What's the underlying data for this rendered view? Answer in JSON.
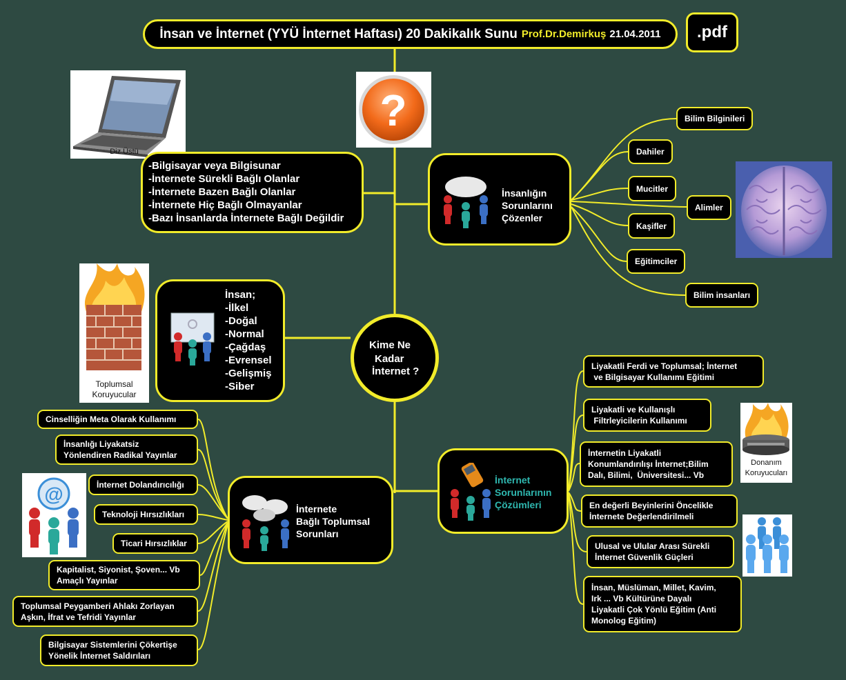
{
  "title": {
    "main": "İnsan ve İnternet  (YYÜ İnternet Haftası) 20 Dakikalık Sunu",
    "author": "Prof.Dr.Demirkuş",
    "date": "21.04.2011",
    "pdf": ".pdf"
  },
  "center": {
    "line1": "Kime Ne",
    "line2": "Kadar",
    "line3": "İnternet ?"
  },
  "laptop_caption": "Diz Üstü",
  "firewall_caption": {
    "line1": "Toplumsal",
    "line2": "Koruyucular"
  },
  "donanim_caption": {
    "line1": "Donanım",
    "line2": "Koruyucuları"
  },
  "connection_list": [
    "-Bilgisayar veya Bilgisunar",
    "-İnternete Sürekli Bağlı Olanlar",
    "-İnternete Bazen Bağlı Olanlar",
    "-İnternete Hiç Bağlı Olmayanlar",
    "-Bazı İnsanlarda İnternete Bağlı Değildir"
  ],
  "insan_list": [
    "İnsan;",
    "-İlkel",
    "-Doğal",
    "-Normal",
    "-Çağdaş",
    "-Evrensel",
    "-Gelişmiş",
    "-Siber"
  ],
  "cozen_node": {
    "line1": "İnsanlığın",
    "line2": "Sorunlarını",
    "line3": "Çözenler"
  },
  "cozen_items": [
    "Bilim Bilginileri",
    "Dahiler",
    "Mucitler",
    "Alimler",
    "Kaşifler",
    "Eğitimciler",
    "Bilim insanları"
  ],
  "sorun_node": {
    "line1": "İnternete",
    "line2": "Bağlı Toplumsal",
    "line3": "Sorunları"
  },
  "sorun_items": [
    [
      "Cinselliğin Meta Olarak Kullanımı"
    ],
    [
      "İnsanlığı Liyakatsiz",
      "Yönlendiren Radikal Yayınlar"
    ],
    [
      "İnternet Dolandırıcılığı"
    ],
    [
      "Teknoloji Hırsızlıkları"
    ],
    [
      "Ticari Hırsızlıklar"
    ],
    [
      "Kapitalist, Siyonist, Şoven... Vb",
      "Amaçlı Yayınlar"
    ],
    [
      "Toplumsal Peygamberi Ahlakı Zorlayan",
      "Aşkın, İfrat ve Tefridi Yayınlar"
    ],
    [
      "Bilgisayar Sistemlerini Çökertişe",
      "Yönelik İnternet Saldırıları"
    ]
  ],
  "cozum_node": {
    "line1": "İnternet",
    "line2": "Sorunlarının",
    "line3": "Çözümleri"
  },
  "cozum_items": [
    [
      "Liyakatli Ferdi ve Toplumsal; İnternet",
      " ve Bilgisayar Kullanımı Eğitimi"
    ],
    [
      "Liyakatli ve Kullanışlı",
      " Filtrleyicilerin Kullanımı"
    ],
    [
      "İnternetin Liyakatli",
      "Konumlandırılışı İnternet;Bilim",
      "Dalı, Bilimi,  Üniversitesi... Vb"
    ],
    [
      "En değerli Beyinlerini Öncelikle",
      "İnternete Değerlendirilmeli"
    ],
    [
      "Ulusal ve Ulular Arası Sürekli",
      "İnternet Güvenlik Güçleri"
    ],
    [
      "İnsan, Müslüman, Millet, Kavim,",
      "Irk ... Vb Kültürüne Dayalı",
      "Liyakatli  Çok Yönlü Eğitim (Anti",
      "Monolog Eğitim)"
    ]
  ],
  "colors": {
    "background": "#2e4a42",
    "line": "#f2ec2a",
    "box": "#000000",
    "cozum_text": "#2fb8b0"
  },
  "icons": [
    "laptop-image",
    "question-icon",
    "brain-image",
    "firewall-image",
    "email-people-icon",
    "people-group-icon",
    "speech-bubble-people-icon",
    "phone-people-icon",
    "donanim-firewall-image",
    "blue-people-image"
  ]
}
